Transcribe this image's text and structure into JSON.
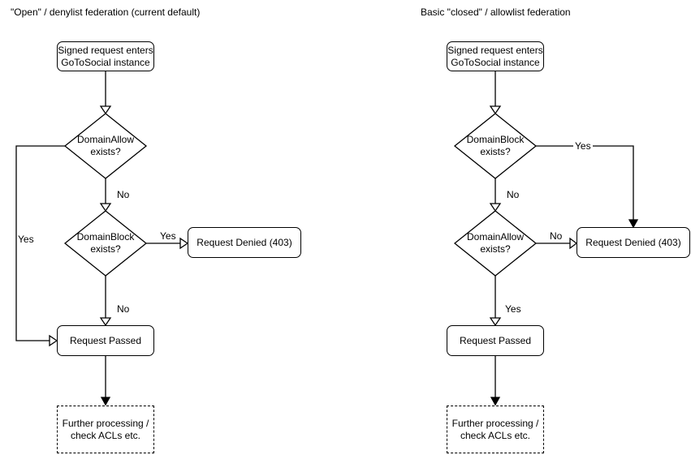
{
  "colors": {
    "line": "#000000",
    "text": "#000000",
    "background": "#ffffff"
  },
  "left_chart": {
    "title": "\"Open\" / denylist federation (current default)",
    "nodes": {
      "start": "Signed request enters\nGoToSocial instance",
      "decision1": "DomainAllow\nexists?",
      "decision2": "DomainBlock\nexists?",
      "denied": "Request Denied (403)",
      "passed": "Request Passed",
      "further": "Further processing /\ncheck ACLs etc."
    },
    "edge_labels": {
      "decision1_yes": "Yes",
      "decision1_no": "No",
      "decision2_yes": "Yes",
      "decision2_no": "No"
    }
  },
  "right_chart": {
    "title": "Basic \"closed\" / allowlist federation",
    "nodes": {
      "start": "Signed request enters\nGoToSocial instance",
      "decision1": "DomainBlock\nexists?",
      "decision2": "DomainAllow\nexists?",
      "denied": "Request Denied (403)",
      "passed": "Request Passed",
      "further": "Further processing /\ncheck ACLs etc."
    },
    "edge_labels": {
      "decision1_yes": "Yes",
      "decision1_no": "No",
      "decision2_no": "No",
      "decision2_yes": "Yes"
    }
  }
}
